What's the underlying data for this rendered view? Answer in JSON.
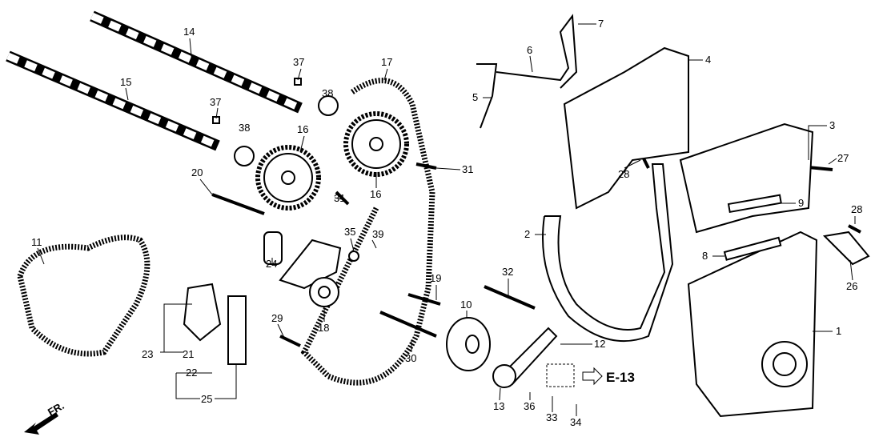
{
  "title": "Timing belt and cover exploded parts diagram",
  "callouts": {
    "c1": "1",
    "c2": "2",
    "c3": "3",
    "c4": "4",
    "c5": "5",
    "c6": "6",
    "c7": "7",
    "c8": "8",
    "c9": "9",
    "c10": "10",
    "c11": "11",
    "c12": "12",
    "c13": "13",
    "c14": "14",
    "c15": "15",
    "c16a": "16",
    "c16b": "16",
    "c17": "17",
    "c18": "18",
    "c19": "19",
    "c20": "20",
    "c21": "21",
    "c22": "22",
    "c23": "23",
    "c24": "24",
    "c25": "25",
    "c26": "26",
    "c27": "27",
    "c28a": "28",
    "c28b": "28",
    "c29": "29",
    "c30": "30",
    "c31a": "31",
    "c31b": "31",
    "c32": "32",
    "c33": "33",
    "c34": "34",
    "c35": "35",
    "c36": "36",
    "c37a": "37",
    "c37b": "37",
    "c38a": "38",
    "c38b": "38",
    "c39": "39"
  },
  "reference": "E-13",
  "direction": "FR."
}
